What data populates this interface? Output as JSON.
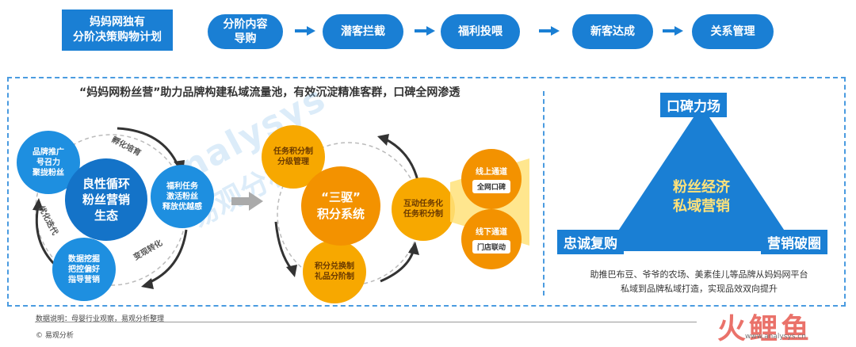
{
  "header": {
    "title_lines": [
      "妈妈网独有",
      "分阶决策购物计划"
    ],
    "steps": [
      {
        "lines": [
          "分阶内容",
          "导购"
        ]
      },
      {
        "lines": [
          "潜客拦截"
        ]
      },
      {
        "lines": [
          "福利投喂"
        ]
      },
      {
        "lines": [
          "新客达成"
        ]
      },
      {
        "lines": [
          "关系管理"
        ]
      }
    ]
  },
  "headline": "“妈妈网粉丝营”助力品牌构建私域流量池，有效沉淀精准客群，口碑全网渗透",
  "left_cycle": {
    "center_lines": [
      "良性循环",
      "粉丝营销",
      "生态"
    ],
    "nodes": [
      {
        "lines": [
          "品牌推广",
          "号召力",
          "聚拢粉丝"
        ]
      },
      {
        "lines": [
          "福利任务",
          "激活粉丝",
          "释放优越感"
        ]
      },
      {
        "lines": [
          "数据挖掘",
          "把控偏好",
          "指导营销"
        ]
      }
    ],
    "arc_labels": [
      "孵化培育",
      "变现转化",
      "优化迭代"
    ]
  },
  "middle_cycle": {
    "center_lines": [
      "“三驱”",
      "积分系统"
    ],
    "nodes": [
      {
        "lines": [
          "任务积分制",
          "分级管理"
        ]
      },
      {
        "lines": [
          "互动任务化",
          "任务积分制"
        ]
      },
      {
        "lines": [
          "积分兑换制",
          "礼品分阶制"
        ]
      }
    ],
    "channels": [
      {
        "title": "线上通道",
        "chip": "全网口碑"
      },
      {
        "title": "线下通道",
        "chip": "门店联动"
      }
    ]
  },
  "triangle": {
    "top_label": "口碑力场",
    "center_lines": [
      "粉丝经济",
      "私域营销"
    ],
    "left_label": "忠诚复购",
    "right_label": "营销破圈",
    "caption_lines": [
      "助推巴布豆、爷爷的农场、美素佳儿等品牌从妈妈网平台",
      "私域到品牌私域打造，实现品效双向提升"
    ]
  },
  "watermark": {
    "latin": "analysys",
    "cn": "易观分析"
  },
  "footer": {
    "note": "数据说明：母婴行业观察，易观分析整理",
    "copyright": "© 易观分析",
    "logo": "火鲤鱼",
    "logo_url": "www.analysys.cn"
  },
  "colors": {
    "primary_blue": "#1a7fd4",
    "orange": "#f39200",
    "yellow": "#ffd34d",
    "dash": "#4a9be0"
  }
}
